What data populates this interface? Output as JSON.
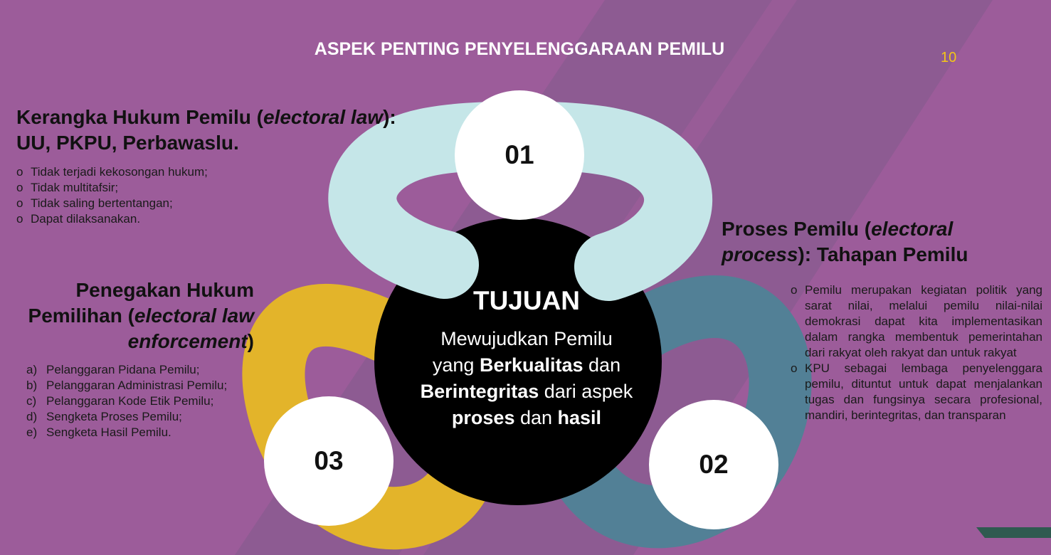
{
  "slide": {
    "title": "ASPEK PENTING PENYELENGGARAAN PEMILU",
    "page_number": "10"
  },
  "colors": {
    "background": "#9c5c9a",
    "arc_light_blue": "#c5e6e8",
    "arc_teal": "#528096",
    "arc_yellow": "#e3b42a",
    "center_black": "#000000",
    "accent_dark_green": "#2f5a50"
  },
  "center": {
    "title": "TUJUAN",
    "line1": "Mewujudkan Pemilu",
    "line2_a": "yang ",
    "line2_b": "Berkualitas",
    "line2_c": " dan",
    "line3_a": "Berintegritas",
    "line3_b": " dari aspek",
    "line4_a": "proses",
    "line4_b": " dan ",
    "line4_c": "hasil"
  },
  "circles": {
    "n01": "01",
    "n02": "02",
    "n03": "03"
  },
  "section1": {
    "heading_a": "Kerangka Hukum Pemilu (",
    "heading_italic": "electoral law",
    "heading_b": "): UU, PKPU, Perbawaslu.",
    "items": [
      "Tidak terjadi kekosongan hukum;",
      "Tidak multitafsir;",
      "Tidak saling bertentangan;",
      "Dapat dilaksanakan."
    ]
  },
  "section2": {
    "heading_a": "Proses Pemilu (",
    "heading_italic": "electoral process",
    "heading_b": "): Tahapan Pemilu",
    "items": [
      "Pemilu merupakan kegiatan politik yang sarat nilai, melalui pemilu nilai-nilai demokrasi dapat kita implementasikan dalam rangka membentuk pemerintahan dari rakyat oleh rakyat dan untuk rakyat",
      "KPU sebagai lembaga penyelenggara pemilu, dituntut untuk dapat menjalankan tugas dan fungsinya secara profesional, mandiri, berintegritas, dan transparan"
    ]
  },
  "section3": {
    "heading_a": "Penegakan Hukum Pemilihan (",
    "heading_italic": "electoral law enforcement",
    "heading_b": ")",
    "markers": [
      "a)",
      "b)",
      "c)",
      "d)",
      "e)"
    ],
    "items": [
      "Pelanggaran Pidana Pemilu;",
      "Pelanggaran Administrasi Pemilu;",
      "Pelanggaran Kode Etik Pemilu;",
      "Sengketa Proses Pemilu;",
      "Sengketa Hasil Pemilu."
    ]
  }
}
